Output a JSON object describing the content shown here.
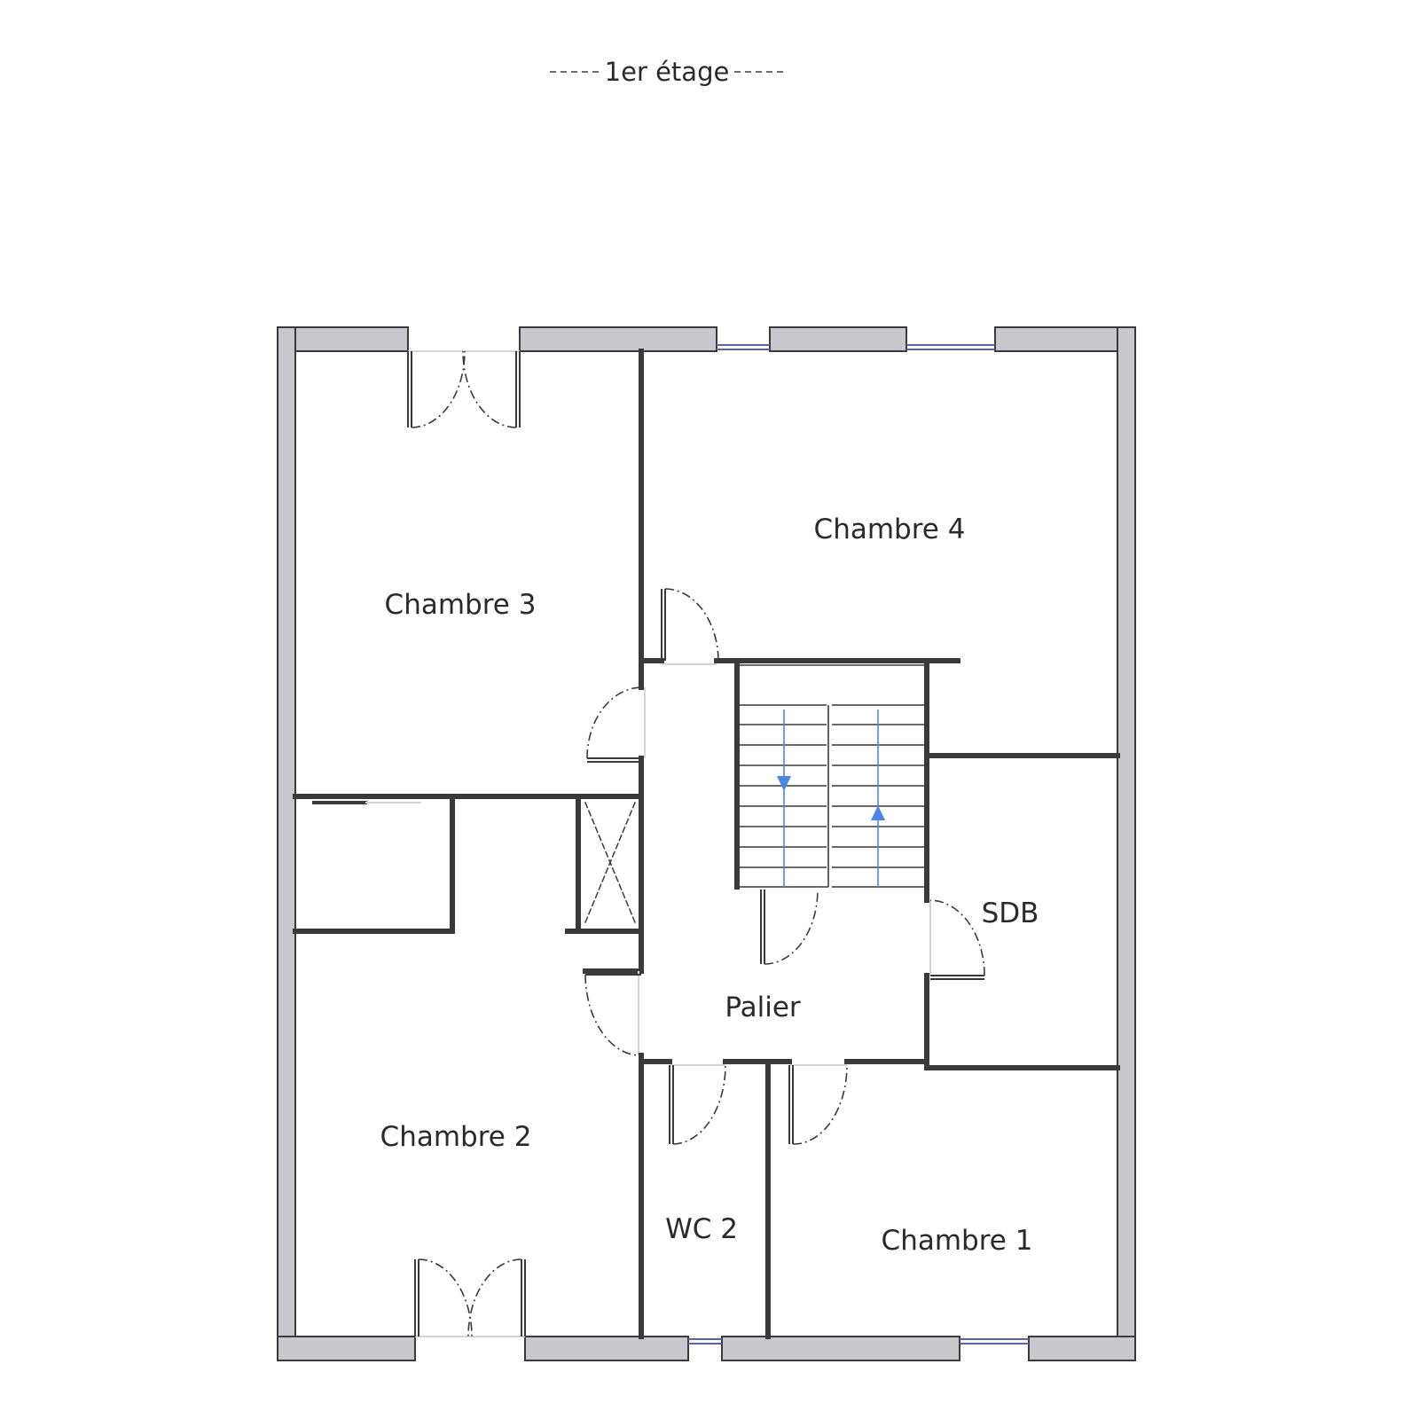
{
  "title": "1er étage",
  "rooms": {
    "chambre1": "Chambre 1",
    "chambre2": "Chambre 2",
    "chambre3": "Chambre 3",
    "chambre4": "Chambre 4",
    "sdb": "SDB",
    "palier": "Palier",
    "wc2": "WC 2"
  },
  "colors": {
    "wall_fill": "#c8c8cc",
    "line": "#3a3a3a",
    "stair_arrow": "#4a86e8",
    "window": "#5b63a8"
  }
}
